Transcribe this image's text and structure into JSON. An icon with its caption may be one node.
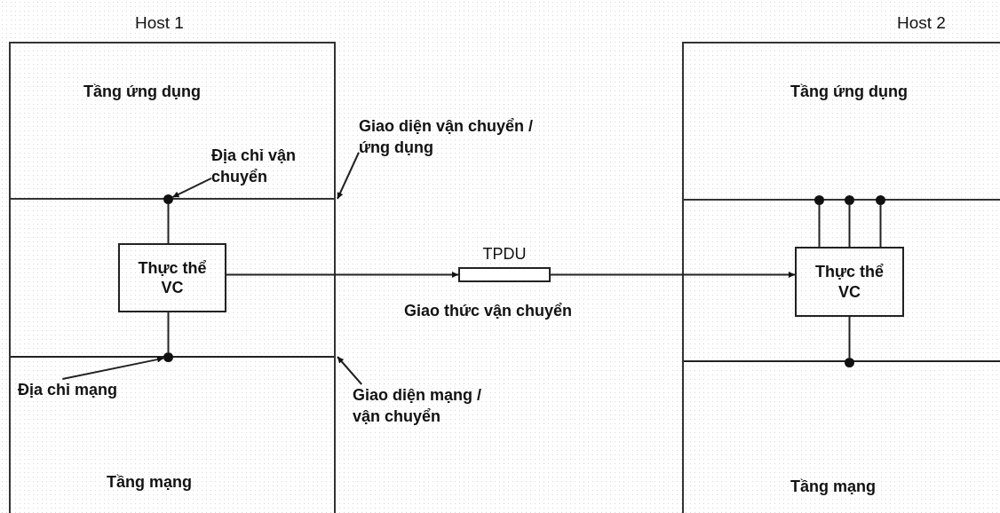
{
  "diagram": {
    "nodes": [
      {
        "text": [
          "Host 1"
        ]
      },
      {
        "text": [
          "Tầng ứng dụng"
        ],
        "in": 0
      },
      {
        "text": [
          "Thực thể VC"
        ],
        "in": 0
      },
      {
        "text": [
          "Tầng mạng"
        ],
        "in": 0
      },
      {
        "text": [],
        "shape": "circle",
        "in": 0
      },
      {
        "text": [],
        "shape": "circle",
        "in": 0
      },
      {
        "text": [
          "Địa chỉ vận chuyển"
        ],
        "in": 1
      },
      {
        "text": [
          "Địa chỉ mạng"
        ],
        "in": 3
      },
      {
        "text": [
          "Giao diện vận chuyển / ứng dụng"
        ]
      },
      {
        "text": [
          "Giao diện mạng / vận chuyển"
        ]
      },
      {
        "text": [
          "TPDU"
        ]
      },
      {
        "text": [
          "Host 2"
        ]
      },
      {
        "text": [
          "Tầng ứng dụng"
        ],
        "in": 11
      },
      {
        "text": [
          "Thực thể VC"
        ],
        "in": 11
      },
      {
        "text": [
          "Tầng mạng"
        ],
        "in": 11
      },
      {
        "text": [],
        "shape": "circle",
        "in": 11
      },
      {
        "text": [],
        "shape": "circle",
        "in": 11
      },
      {
        "text": [],
        "shape": "circle",
        "in": 11
      },
      {
        "text": [],
        "shape": "circle",
        "in": 11
      }
    ],
    "edges": [
      {
        "from": 2,
        "to": 4,
        "arrow": "none"
      },
      {
        "from": 2,
        "to": 5,
        "arrow": "none"
      },
      {
        "from": 6,
        "to": 4,
        "arrow": "to"
      },
      {
        "from": 7,
        "to": 5,
        "arrow": "to"
      },
      {
        "from": 8,
        "to": 1,
        "arrow": "to"
      },
      {
        "from": 9,
        "to": 3,
        "arrow": "to"
      },
      {
        "from": 2,
        "to": 10,
        "arrow": "to"
      },
      {
        "from": 10,
        "to": 13,
        "arrow": "to"
      },
      {
        "from": 13,
        "to": 15,
        "arrow": "none"
      },
      {
        "from": 13,
        "to": 16,
        "arrow": "none"
      },
      {
        "from": 13,
        "to": 17,
        "arrow": "none"
      },
      {
        "from": 13,
        "to": 18,
        "arrow": "none"
      }
    ],
    "labels": [
      "Giao thức vận chuyển"
    ]
  }
}
